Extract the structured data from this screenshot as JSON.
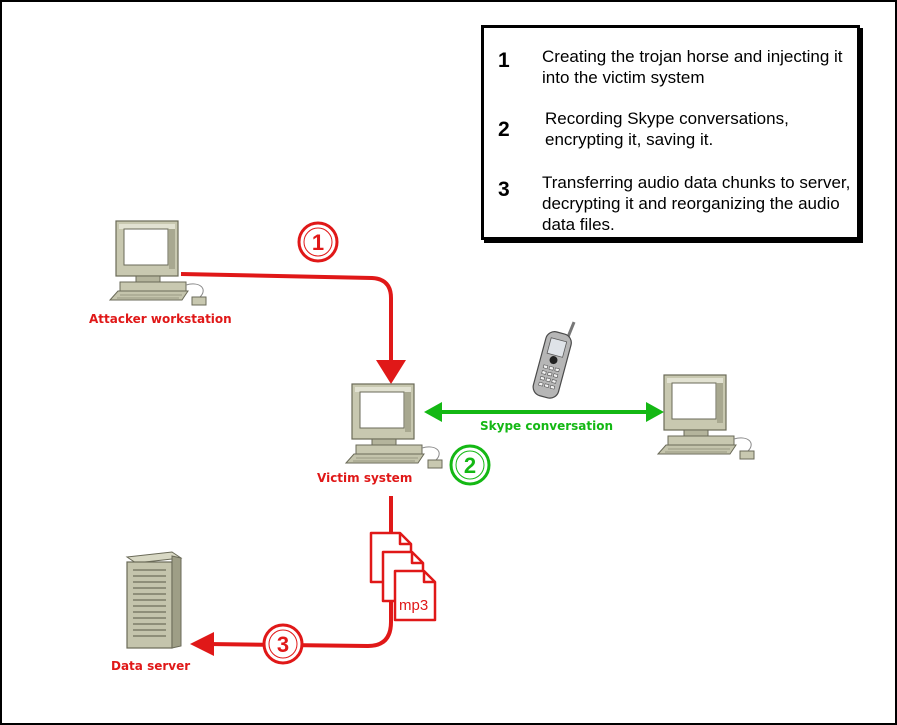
{
  "legend": {
    "items": [
      {
        "number": "1",
        "text": "Creating the trojan horse and injecting it into the victim system"
      },
      {
        "number": "2",
        "text": "Recording Skype conversations, encrypting it, saving it."
      },
      {
        "number": "3",
        "text": "Transferring audio data chunks to server, decrypting it and reorganizing the audio data files."
      }
    ]
  },
  "nodes": {
    "attacker": {
      "label": "Attacker workstation"
    },
    "victim": {
      "label": "Victim system"
    },
    "server": {
      "label": "Data server"
    }
  },
  "edges": {
    "skype": {
      "label": "Skype conversation"
    }
  },
  "badges": {
    "one": "1",
    "two": "2",
    "three": "3"
  },
  "file_label": "mp3",
  "colors": {
    "attack": "#e01818",
    "conversation": "#14b814"
  },
  "icons": [
    "computer-icon",
    "mobile-phone-icon",
    "server-tower-icon",
    "document-stack-icon"
  ]
}
